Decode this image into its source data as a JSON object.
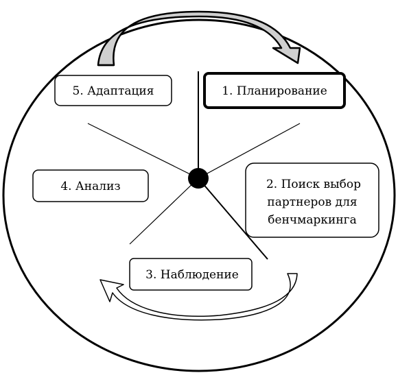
{
  "stages": [
    {
      "id": "planning",
      "lines": [
        "1. Планирование"
      ],
      "emphasis": true
    },
    {
      "id": "partner-search",
      "lines": [
        "2.  Поиск выбор",
        "партнеров для",
        "бенчмаркинга"
      ],
      "emphasis": false
    },
    {
      "id": "observation",
      "lines": [
        "3. Наблюдение"
      ],
      "emphasis": false
    },
    {
      "id": "analysis",
      "lines": [
        "4. Анализ"
      ],
      "emphasis": false
    },
    {
      "id": "adaptation",
      "lines": [
        "5. Адаптация"
      ],
      "emphasis": false
    }
  ],
  "colors": {
    "stroke": "#000000",
    "arrow_fill": "#cfcfcf",
    "background": "#ffffff"
  }
}
